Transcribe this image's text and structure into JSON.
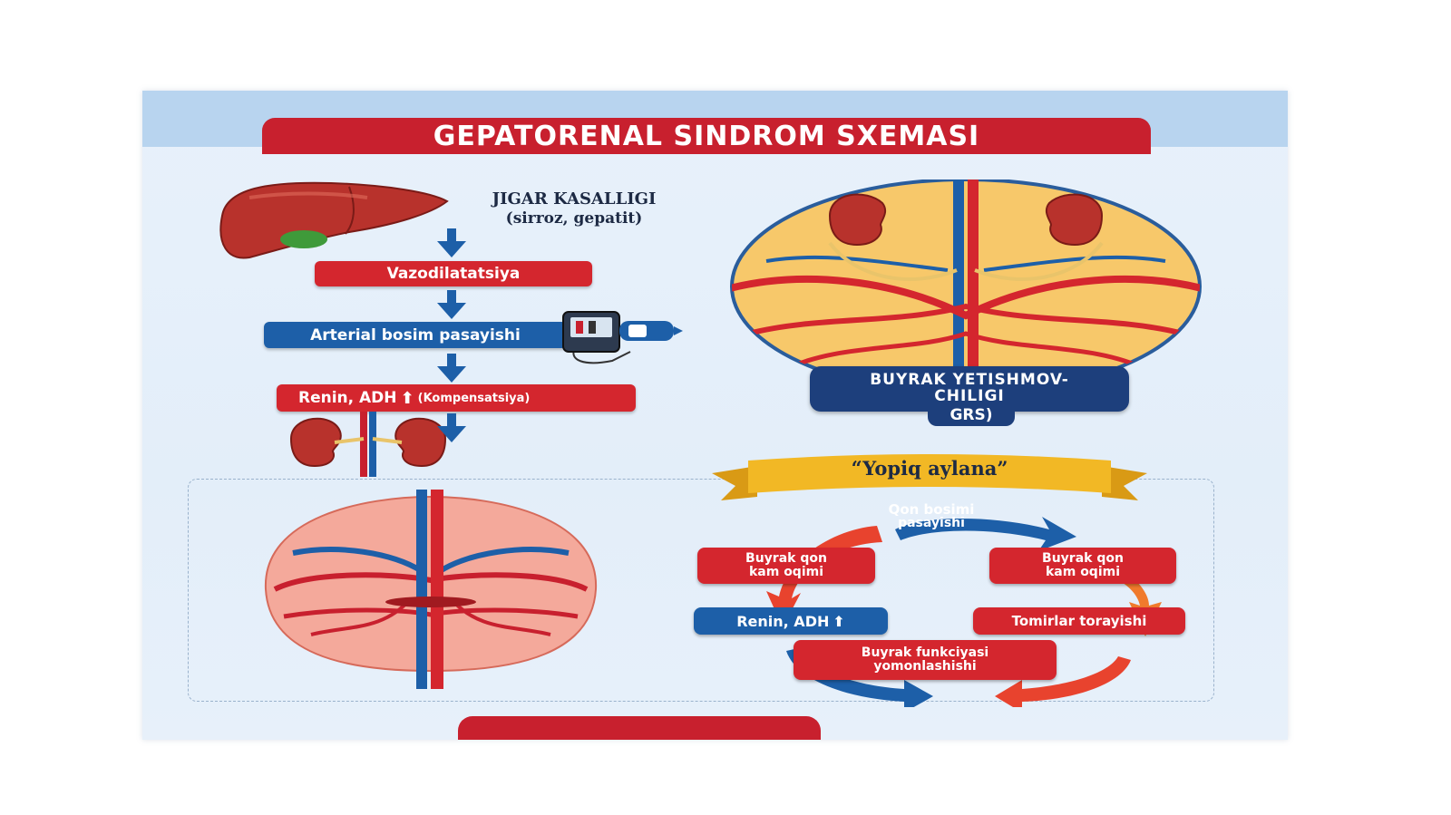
{
  "title": "GEPATORENAL SINDROM SXEMASI",
  "liver": {
    "title": "JIGAR KASALLIGI",
    "subtitle": "(sirroz, gepatit)"
  },
  "flow": {
    "step1": "Vazodilatatsiya",
    "step2": "Arterial bosim pasayishi",
    "step3_main": "Renin, ADH",
    "step3_note": "(Kompensatsiya)"
  },
  "kidney_failure": {
    "line1": "BUYRAK YETISHMOV-",
    "line2": "CHILIGI",
    "line3": "GRS)"
  },
  "cycle": {
    "banner": "“Yopiq aylana”",
    "top_line1": "Qon bosimi",
    "top_line2": "pasayishi",
    "left_line1": "Buyrak qon",
    "left_line2": "kam oqimi",
    "right_line1": "Buyrak qon",
    "right_line2": "kam oqimi",
    "renin": "Renin, ADH",
    "vessels": "Tomirlar torayishi",
    "bottom_line1": "Buyrak funkciyasi",
    "bottom_line2": "yomonlashishi"
  },
  "icons": {
    "up_arrow": "up-arrow-icon",
    "down_arrow": "down-arrow-icon",
    "monitor": "blood-pressure-monitor-icon"
  },
  "colors": {
    "red": "#d4262e",
    "blue": "#1d5fa8",
    "gold": "#f2b825",
    "orange": "#f07a2c",
    "background": "#e4eef9"
  }
}
